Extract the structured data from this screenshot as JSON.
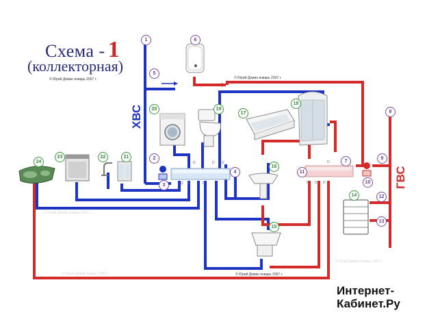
{
  "title": {
    "scheme": "Схема -",
    "number": "1",
    "subtitle": "(коллекторная)",
    "copyright": "© Юрий Демин январь 2007 г."
  },
  "labels": {
    "cold": "ХВС",
    "hot": "ГВС"
  },
  "colors": {
    "cold": "#1d33c2",
    "hot": "#d42a2a",
    "badge_green": "#3a9a3a",
    "badge_purple": "#7a4aa0"
  },
  "badges": [
    "1",
    "2",
    "3",
    "4",
    "5",
    "6",
    "7",
    "8",
    "9",
    "10",
    "11",
    "12",
    "13",
    "14",
    "15",
    "16",
    "17",
    "18",
    "19",
    "20",
    "21",
    "22",
    "23",
    "24"
  ],
  "fixtures": [
    "sink-icon",
    "dishwasher-icon",
    "faucet-icon",
    "filter-icon",
    "washing-machine-icon",
    "toilet-icon",
    "bathtub-icon",
    "shower-cabin-icon",
    "washbasin-icon",
    "bidet-icon",
    "water-heater-icon",
    "towel-rail-icon"
  ],
  "watermark": {
    "line1": "Интернет-",
    "line2": "Кабинет.Ру"
  }
}
